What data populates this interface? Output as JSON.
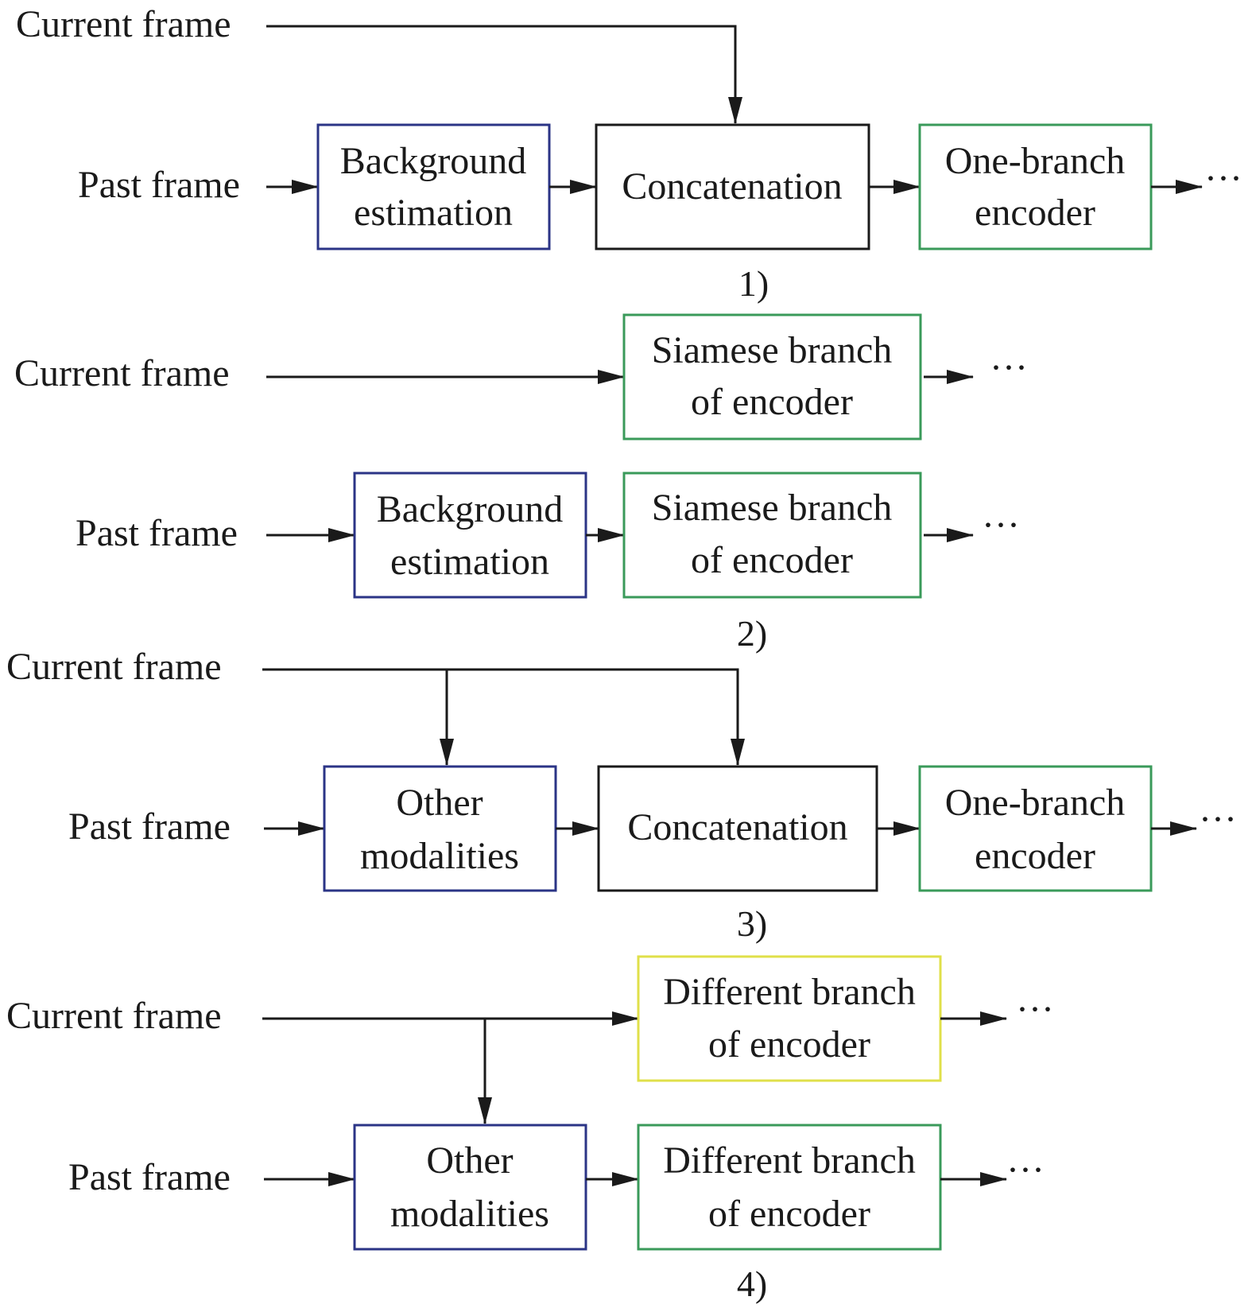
{
  "labels": {
    "current_frame": "Current frame",
    "past_frame": "Past frame",
    "ellipsis": "···"
  },
  "boxes": {
    "background_estimation": [
      "Background",
      "estimation"
    ],
    "concatenation": "Concatenation",
    "one_branch_encoder": [
      "One-branch",
      "encoder"
    ],
    "siamese_branch": [
      "Siamese branch",
      "of encoder"
    ],
    "other_modalities": [
      "Other",
      "modalities"
    ],
    "different_branch": [
      "Different branch",
      "of encoder"
    ]
  },
  "captions": [
    "1)",
    "2)",
    "3)",
    "4)"
  ],
  "colors": {
    "blue_box": "#2b3486",
    "black_box": "#1a1a1a",
    "green_box": "#3a9a5a",
    "yellow_box": "#e0e04a"
  }
}
